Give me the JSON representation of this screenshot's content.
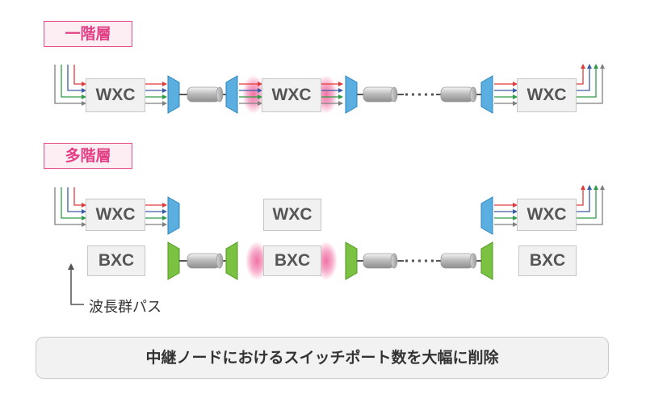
{
  "sections": {
    "single": "一階層",
    "multi": "多階層"
  },
  "nodes": {
    "wxc": "WXC",
    "bxc": "BXC"
  },
  "legend": "波長群パス",
  "summary": "中継ノードにおけるスイッチポート数を大幅に削除",
  "colors": {
    "label_border": "#e44f8c",
    "label_text": "#e33f84",
    "red": "#e23a3a",
    "blue": "#3d5aa8",
    "green": "#2e9b48",
    "gray": "#7f7f7f",
    "wavelength_mux": "#5aaee0",
    "group_mux": "#7cc242",
    "glow": "#f06aa0"
  }
}
